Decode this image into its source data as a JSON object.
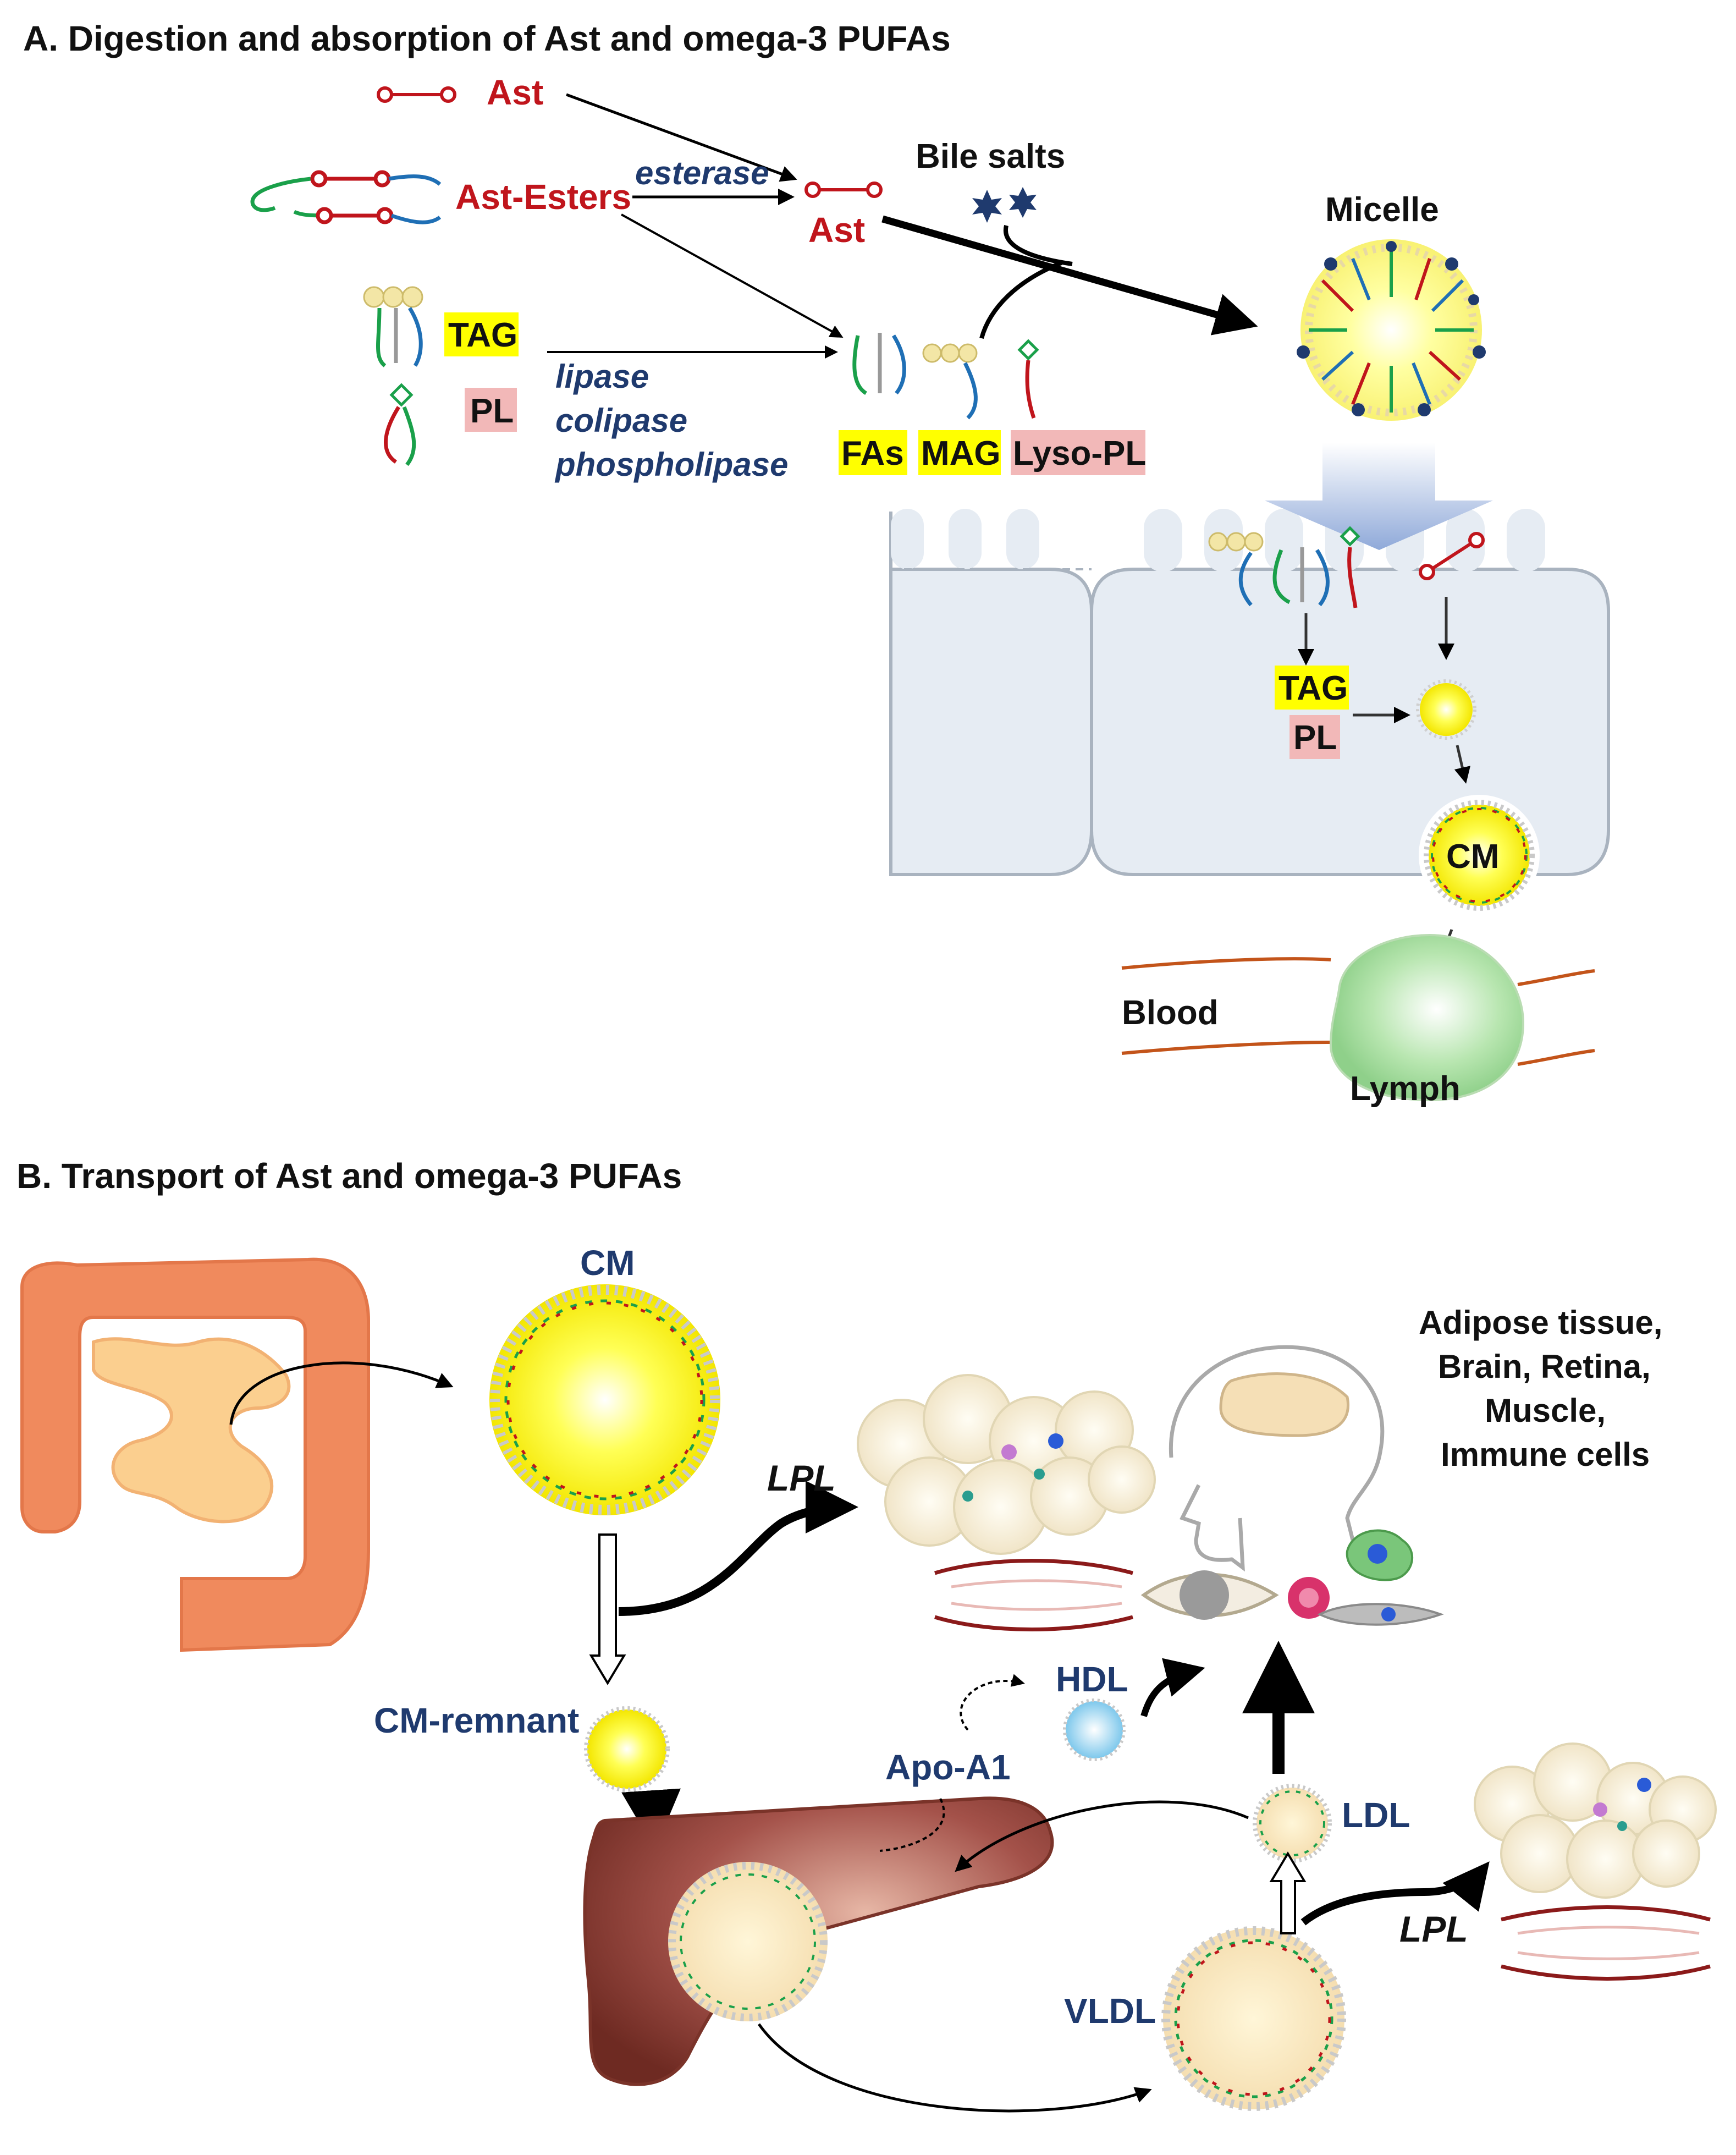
{
  "colors": {
    "ast_red": "#c0151c",
    "navy": "#1f3a6e",
    "tag_yellow": "#ffff00",
    "pl_pink": "#f2b8b8",
    "cell_fill": "#e6ecf3",
    "liver": "#8b3a2e",
    "intestine": "#f08a5d",
    "lymph_green": "#a8dfa0"
  },
  "panel_a": {
    "title": "A. Digestion and absorption of Ast and omega-3 PUFAs",
    "ast": "Ast",
    "ast_esters": "Ast-Esters",
    "esterase": "esterase",
    "ast_product": "Ast",
    "bile_salts": "Bile salts",
    "micelle": "Micelle",
    "tag": "TAG",
    "pl": "PL",
    "enzymes": [
      "lipase",
      "colipase",
      "phospholipase"
    ],
    "fas": "FAs",
    "mag": "MAG",
    "lyso_pl": "Lyso-PL",
    "cell_tag": "TAG",
    "cell_pl": "PL",
    "cm": "CM",
    "blood": "Blood",
    "lymph": "Lymph"
  },
  "panel_b": {
    "title": "B. Transport of Ast and omega-3 PUFAs",
    "cm": "CM",
    "lpl_top": "LPL",
    "tissues": [
      "Adipose tissue,",
      "Brain, Retina,",
      "Muscle,",
      "Immune cells"
    ],
    "cm_remnant": "CM-remnant",
    "hdl": "HDL",
    "apo_a1": "Apo-A1",
    "ldl": "LDL",
    "lpl_bottom": "LPL",
    "vldl": "VLDL"
  }
}
